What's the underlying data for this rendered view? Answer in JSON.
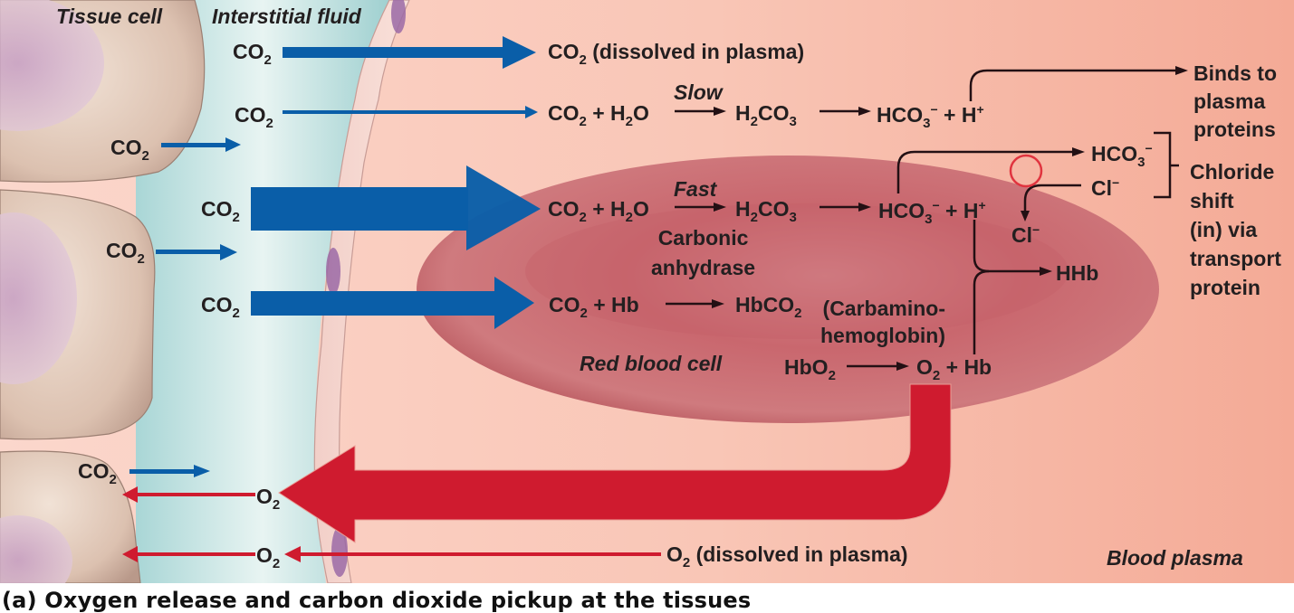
{
  "regions": {
    "tissue_cell": "Tissue cell",
    "interstitial_fluid": "Interstitial fluid",
    "red_blood_cell": "Red blood cell",
    "blood_plasma": "Blood plasma"
  },
  "molecules": {
    "co2": "CO",
    "o2": "O",
    "sub2": "2",
    "sub3": "3"
  },
  "row1": {
    "product": " (dissolved in plasma)"
  },
  "row2": {
    "lhs_plus": " + H",
    "lhs_o": "O",
    "rate": "Slow",
    "h2co3_h": "H",
    "h2co3_co": "CO",
    "hco3": "HCO",
    "minus": "−",
    "plus_h": " + H",
    "plus_sign": "+",
    "binds_line1": "Binds to",
    "binds_line2": "plasma",
    "binds_line3": "proteins"
  },
  "row3": {
    "rate": "Fast",
    "enzyme_line1": "Carbonic",
    "enzyme_line2": "anhydrase",
    "hco3_out": "HCO",
    "cl_in": "Cl",
    "cl_inside": "Cl",
    "shift_line1": "Chloride",
    "shift_line2": "shift",
    "shift_line3": "(in) via",
    "shift_line4": "transport",
    "shift_line5": "protein",
    "hhb": "HHb"
  },
  "row4": {
    "lhs": " + Hb",
    "product_hb": "HbCO",
    "note_line1": "(Carbamino-",
    "note_line2": "hemoglobin)"
  },
  "row5": {
    "hbo2": "HbO",
    "product_plus_hb": " + Hb"
  },
  "o2_dissolved": " (dissolved in plasma)",
  "caption": "(a) Oxygen release and carbon dioxide pickup at the tissues",
  "colors": {
    "co2_arrow": "#0a5ea8",
    "o2_arrow": "#cf1b2f",
    "reaction_arrow": "#231014",
    "highlight_circle": "#e0343f",
    "plasma": "#f6b8a6",
    "interstitial": "#cfe9e8",
    "tissue_cell": "#e2c8b8",
    "rbc": "#c9686e"
  }
}
